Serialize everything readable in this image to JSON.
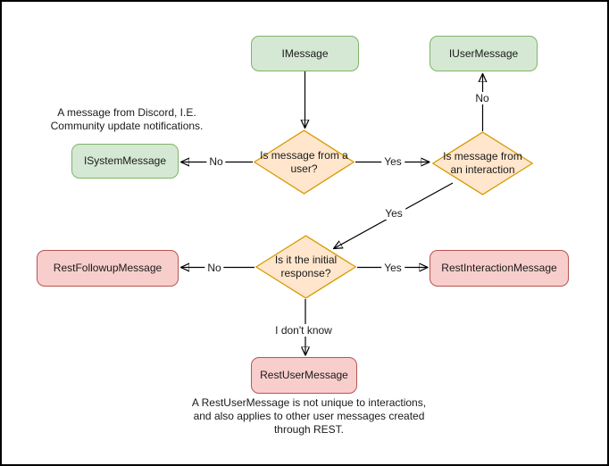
{
  "palette": {
    "canvas_bg": "#ffffff",
    "border_color": "#000000",
    "edge_color": "#000000",
    "text_color": "#1a1a1a",
    "green_fill": "#d5e8d4",
    "green_stroke": "#82b366",
    "orange_fill": "#ffe6cc",
    "orange_stroke": "#d79b00",
    "red_fill": "#f8cecc",
    "red_stroke": "#b85450"
  },
  "diagram": {
    "nodes": {
      "imessage": {
        "label": "IMessage"
      },
      "iusermessage": {
        "label": "IUserMessage"
      },
      "isystemmessage": {
        "label": "ISystemMessage"
      },
      "is_from_user": {
        "label": "Is message from a user?"
      },
      "is_from_interaction": {
        "label": "Is message from an interaction"
      },
      "is_initial_response": {
        "label": "Is it the initial response?"
      },
      "restfollowupmessage": {
        "label": "RestFollowupMessage"
      },
      "restinteractionmessage": {
        "label": "RestInteractionMessage"
      },
      "restusermessage": {
        "label": "RestUserMessage"
      }
    },
    "edges": {
      "to_system": {
        "label": "No"
      },
      "to_interaction": {
        "label": "Yes"
      },
      "to_usermessage": {
        "label": "No"
      },
      "to_initial": {
        "label": "Yes"
      },
      "to_followup": {
        "label": "No"
      },
      "to_interactionmessage": {
        "label": "Yes"
      },
      "to_restuser": {
        "label": "I don't know"
      }
    },
    "annotations": {
      "system_note": {
        "lines": [
          "A message from Discord, I.E.",
          "Community update notifications."
        ]
      },
      "restuser_note": {
        "lines": [
          "A RestUserMessage is not unique to interactions,",
          "and also applies to other user messages created",
          "through REST."
        ]
      }
    }
  }
}
